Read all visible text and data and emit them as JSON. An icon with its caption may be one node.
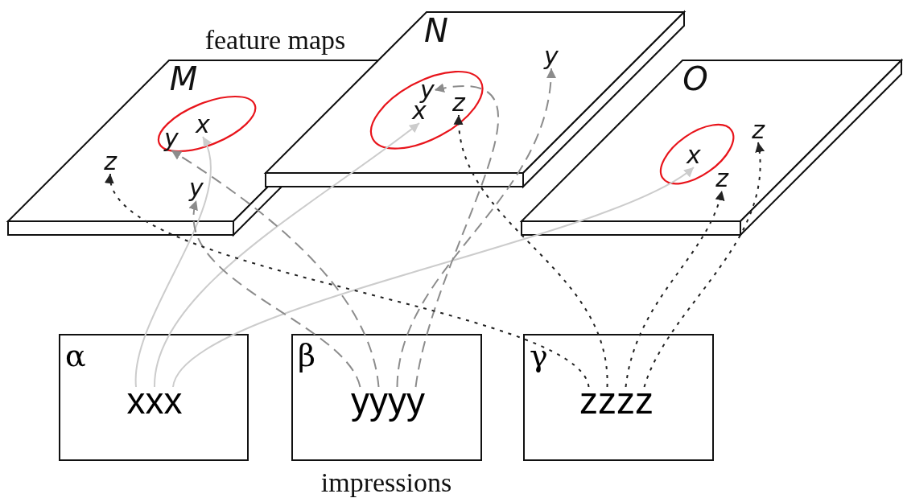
{
  "diagram": {
    "nodes": [
      {
        "text": [
          "M"
        ]
      },
      {
        "text": [],
        "shape": "ellipse",
        "in": 0
      },
      {
        "text": [
          "y"
        ],
        "in": 1
      },
      {
        "text": [
          "x"
        ],
        "in": 1
      },
      {
        "text": [
          "z"
        ],
        "in": 0
      },
      {
        "text": [
          "y"
        ],
        "in": 0
      },
      {
        "text": [
          "N"
        ]
      },
      {
        "text": [],
        "shape": "ellipse",
        "in": 6
      },
      {
        "text": [
          "y"
        ],
        "in": 7
      },
      {
        "text": [
          "x"
        ],
        "in": 7
      },
      {
        "text": [
          "z"
        ],
        "in": 7
      },
      {
        "text": [
          "y"
        ],
        "in": 6
      },
      {
        "text": [
          "O"
        ]
      },
      {
        "text": [],
        "shape": "ellipse",
        "in": 12
      },
      {
        "text": [
          "x"
        ],
        "in": 13
      },
      {
        "text": [
          "z"
        ],
        "in": 12
      },
      {
        "text": [
          "z"
        ],
        "in": 12
      },
      {
        "text": [
          "α"
        ]
      },
      {
        "text": [
          "xxx"
        ],
        "in": 17
      },
      {
        "text": [
          "β"
        ]
      },
      {
        "text": [
          "yyyy"
        ],
        "in": 19
      },
      {
        "text": [
          "γ"
        ]
      },
      {
        "text": [
          "zzzz"
        ],
        "in": 21
      }
    ],
    "edges": [
      {
        "from": 18,
        "to": 3,
        "arrow": "to",
        "color": "#cccccc"
      },
      {
        "from": 18,
        "to": 9,
        "arrow": "to",
        "color": "#cccccc"
      },
      {
        "from": 18,
        "to": 14,
        "arrow": "to",
        "color": "#cccccc"
      },
      {
        "from": 20,
        "to": 5,
        "arrow": "to",
        "style": "dashed",
        "color": "#8c8c8c"
      },
      {
        "from": 20,
        "to": 2,
        "arrow": "to",
        "style": "dashed",
        "color": "#8c8c8c"
      },
      {
        "from": 20,
        "to": 11,
        "arrow": "to",
        "style": "dashed",
        "color": "#8c8c8c"
      },
      {
        "from": 20,
        "to": 8,
        "arrow": "to",
        "style": "dashed",
        "color": "#8c8c8c"
      },
      {
        "from": 22,
        "to": 4,
        "arrow": "to",
        "style": "dashed",
        "color": "#222222"
      },
      {
        "from": 22,
        "to": 10,
        "arrow": "to",
        "style": "dashed",
        "color": "#222222"
      },
      {
        "from": 22,
        "to": 16,
        "arrow": "to",
        "style": "dashed",
        "color": "#222222"
      },
      {
        "from": 22,
        "to": 15,
        "arrow": "to",
        "style": "dashed",
        "color": "#222222"
      }
    ],
    "labels": [
      "feature maps",
      "impressions"
    ]
  }
}
